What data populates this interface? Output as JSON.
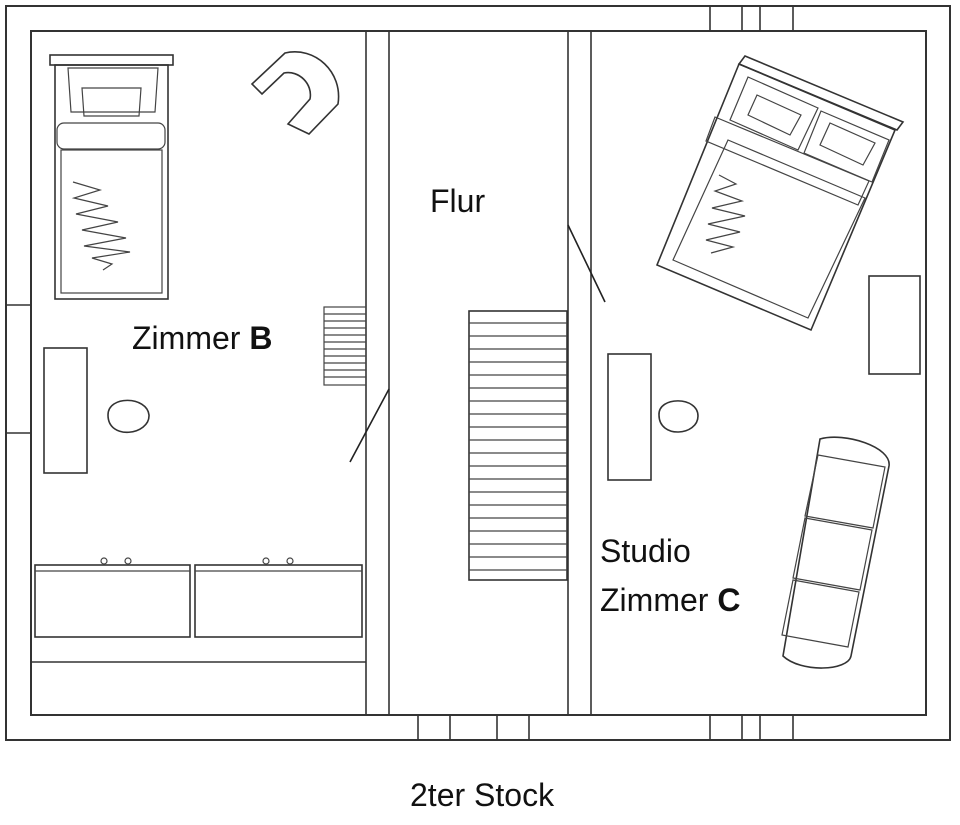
{
  "floor_label": "2ter Stock",
  "rooms": {
    "room_b": {
      "name": "Zimmer",
      "letter": "B"
    },
    "hallway": {
      "name": "Flur"
    },
    "room_c": {
      "line1": "Studio",
      "line2": "Zimmer",
      "letter": "C"
    }
  },
  "icons": {
    "room_b": [
      "single-bed-icon",
      "armchair-icon",
      "desk-icon",
      "chair-icon",
      "radiator-icon",
      "cabinet-icon",
      "cabinet-icon"
    ],
    "hallway": [
      "staircase-icon"
    ],
    "room_c": [
      "double-bed-icon",
      "side-table-icon",
      "desk-icon",
      "chair-icon",
      "sofa-icon"
    ]
  }
}
